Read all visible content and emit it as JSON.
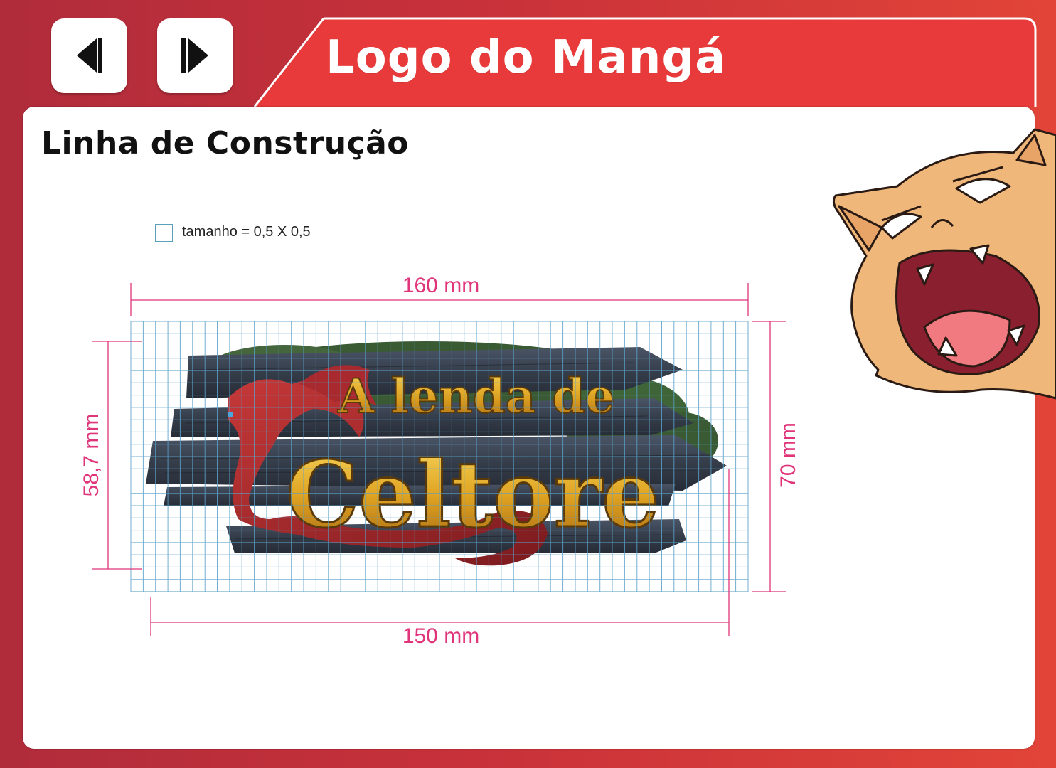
{
  "header": {
    "title": "Logo do Mangá",
    "prev_icon": "left-triangle-icon",
    "next_icon": "right-triangle-icon"
  },
  "content": {
    "subtitle": "Linha de Construção",
    "legend": "tamanho = 0,5 X 0,5",
    "dimensions": {
      "top_width": "160 mm",
      "bottom_width": "150 mm",
      "left_height": "58,7 mm",
      "right_height": "70 mm"
    },
    "logo_text": {
      "line1": "A lenda de",
      "line2": "Celtore"
    }
  },
  "colors": {
    "brand_red": "#e53838",
    "dimension_pink": "#e0357a",
    "grid_blue": "#5aa0c8",
    "logo_gold": "#e0a422"
  }
}
